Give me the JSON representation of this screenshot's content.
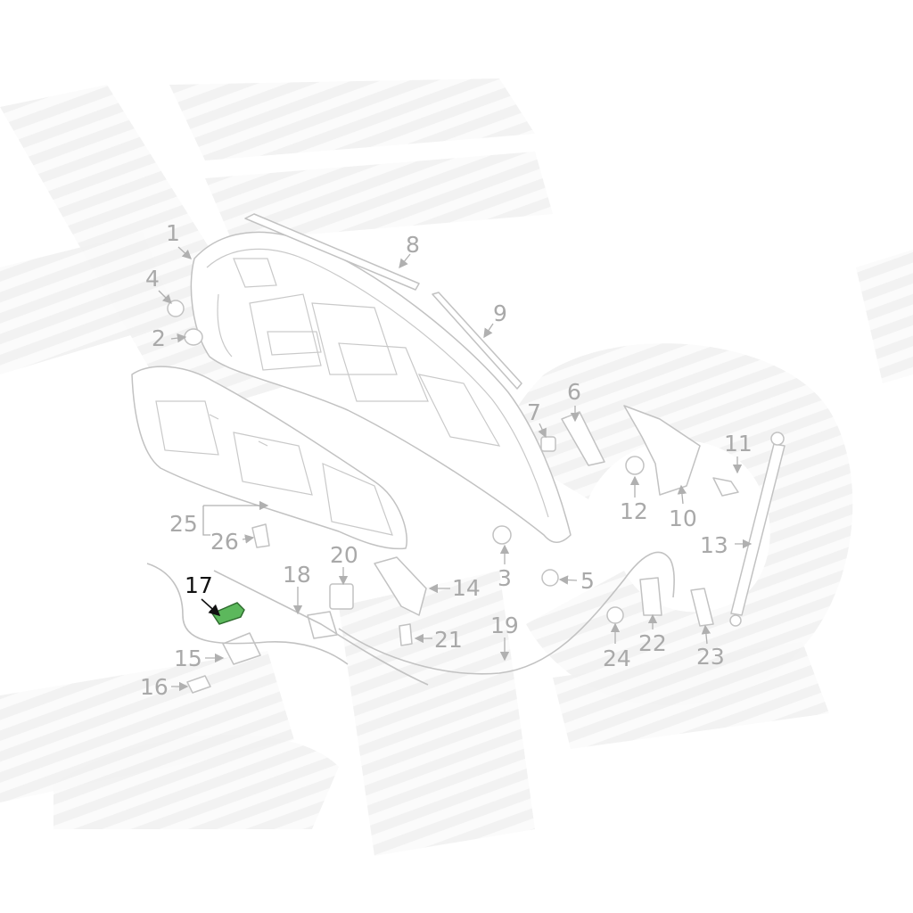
{
  "diagram": {
    "highlight_color": "#5cb85c",
    "callout_color": "#a9a9a9",
    "highlight_label_color": "#111111",
    "highlighted_callout": "17",
    "callouts": {
      "c1": "1",
      "c2": "2",
      "c3": "3",
      "c4": "4",
      "c5": "5",
      "c6": "6",
      "c7": "7",
      "c8": "8",
      "c9": "9",
      "c10": "10",
      "c11": "11",
      "c12": "12",
      "c13": "13",
      "c14": "14",
      "c15": "15",
      "c16": "16",
      "c17": "17",
      "c18": "18",
      "c19": "19",
      "c20": "20",
      "c21": "21",
      "c22": "22",
      "c23": "23",
      "c24": "24",
      "c25": "25",
      "c26": "26"
    }
  }
}
